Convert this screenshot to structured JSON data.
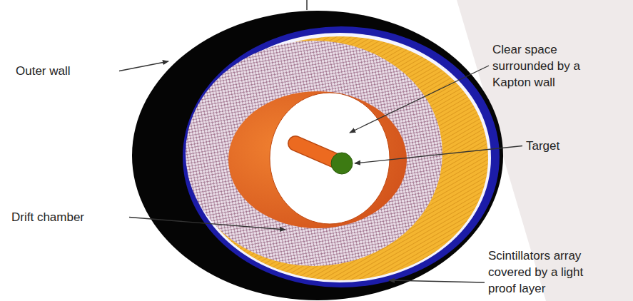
{
  "diagram": {
    "labels": [
      "Outer wall",
      "Clear space surrounded by a Kapton wall",
      "Target",
      "Drift chamber",
      "Scintillators array covered by a light proof layer"
    ]
  }
}
